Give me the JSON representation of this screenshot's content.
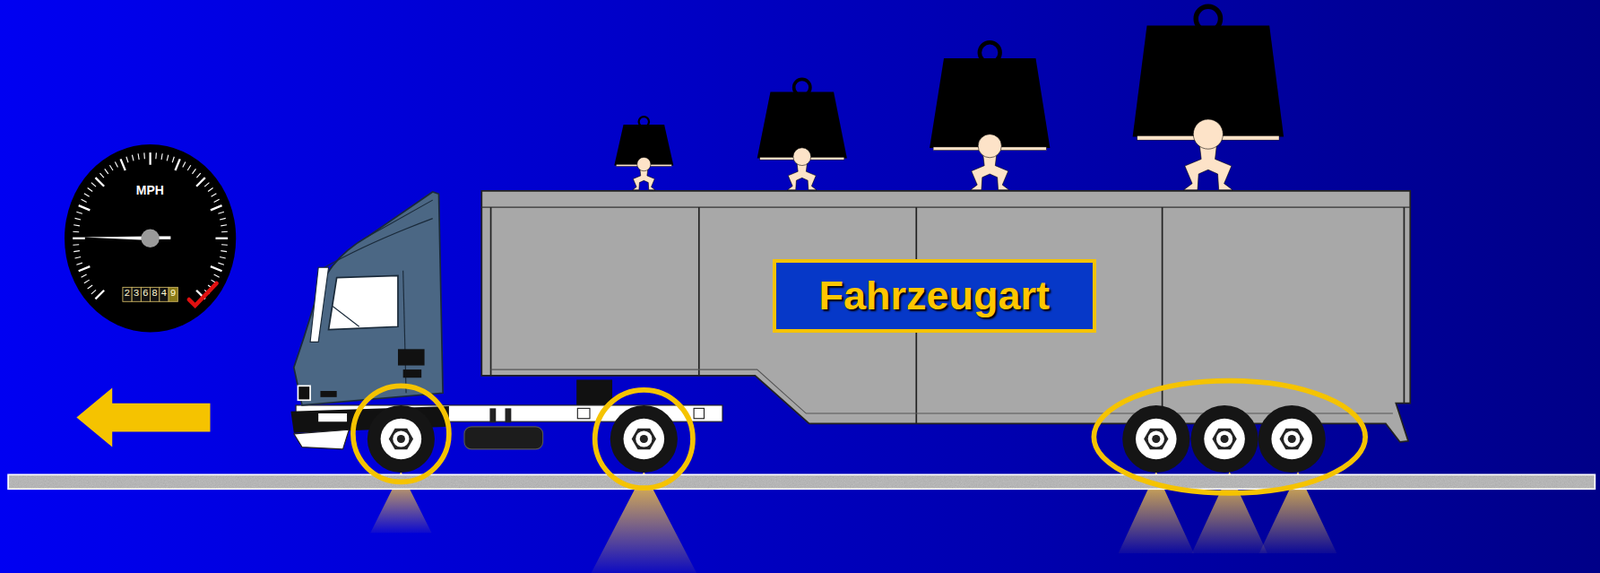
{
  "diagram": {
    "nodes": [
      {
        "text": [
          "MPH",
          "236849"
        ]
      },
      {
        "text": [
          "Fahrzeugart"
        ]
      }
    ]
  }
}
